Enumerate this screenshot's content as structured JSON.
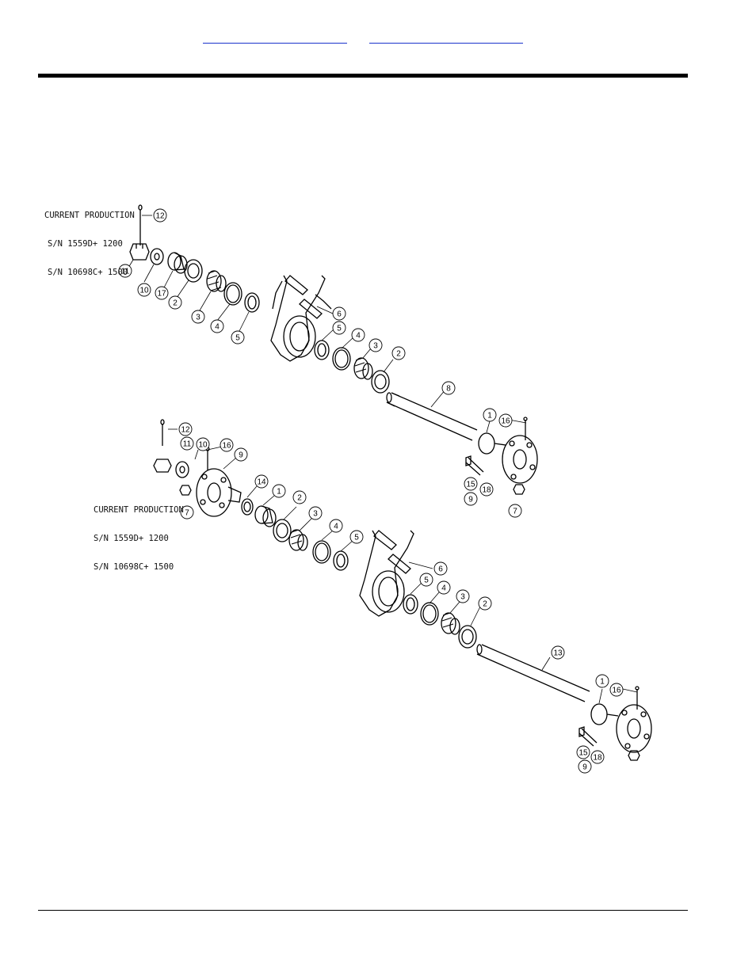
{
  "header": {
    "link1": "",
    "link2": ""
  },
  "notes": {
    "top": {
      "line1": "CURRENT PRODUCTION",
      "line2": "S/N 1559D+ 1200",
      "line3": "S/N 10698C+ 1500"
    },
    "bottom": {
      "line1": "CURRENT PRODUCTION",
      "line2": "S/N 1559D+ 1200",
      "line3": "S/N 10698C+ 1500"
    }
  },
  "callouts": {
    "top": [
      "12",
      "11",
      "10",
      "17",
      "2",
      "3",
      "4",
      "5",
      "6",
      "5",
      "4",
      "3",
      "2",
      "8",
      "1",
      "16",
      "15",
      "9",
      "18",
      "7"
    ],
    "bottom": [
      "12",
      "11",
      "10",
      "16",
      "9",
      "7",
      "14",
      "1",
      "2",
      "3",
      "4",
      "5",
      "6",
      "5",
      "4",
      "3",
      "2",
      "13",
      "1",
      "16",
      "15",
      "9",
      "18"
    ]
  }
}
